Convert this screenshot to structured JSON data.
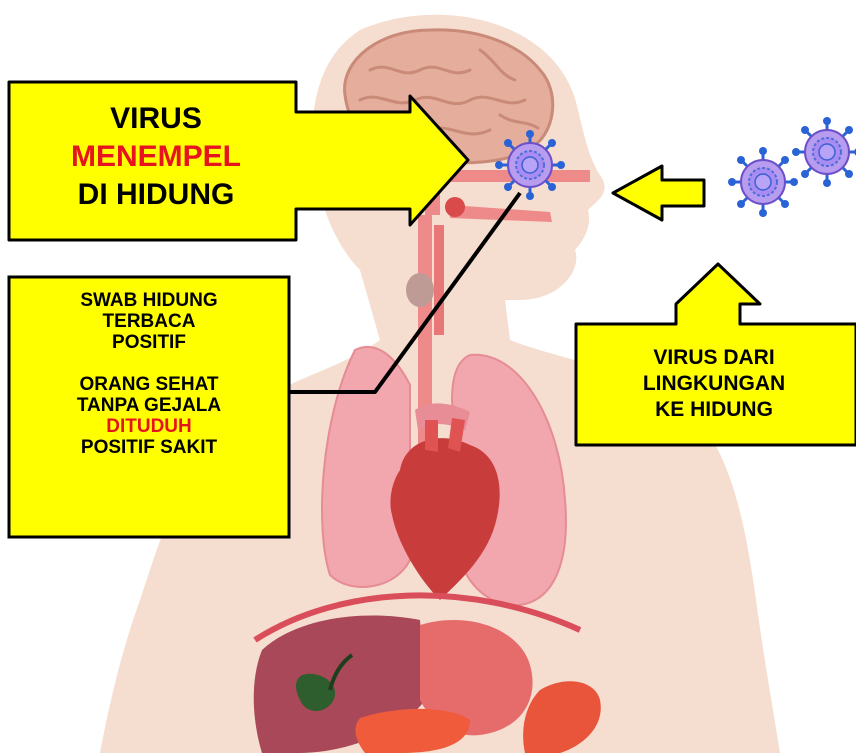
{
  "callout_nose": {
    "line1": "VIRUS",
    "line2": "MENEMPEL",
    "line3": "DI HIDUNG"
  },
  "callout_swab": {
    "line1": "SWAB HIDUNG",
    "line2": "TERBACA",
    "line3": "POSITIF",
    "line4": "ORANG SEHAT",
    "line5": "TANPA GEJALA",
    "line6": "DITUDUH",
    "line7": "POSITIF SAKIT"
  },
  "callout_environment": {
    "line1": "VIRUS DARI",
    "line2": "LINGKUNGAN",
    "line3": "KE HIDUNG"
  },
  "colors": {
    "callout_fill": "#ffff00",
    "highlight_text": "#e6141e",
    "body_silhouette": "#f5ddcf",
    "virus_body": "#9d7ee8",
    "virus_spikes": "#2a63d6"
  }
}
